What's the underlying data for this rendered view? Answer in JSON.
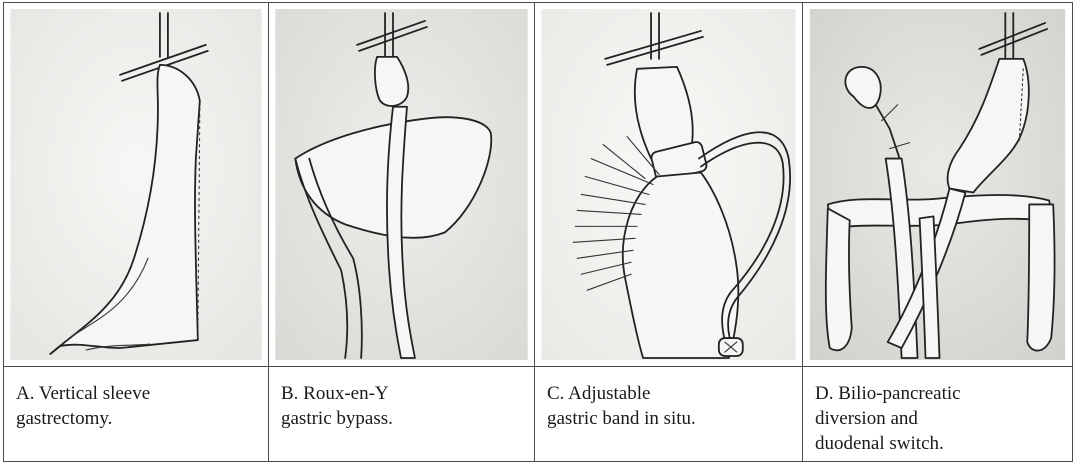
{
  "panels": [
    {
      "id": "A",
      "caption_lines": [
        "A. Vertical sleeve",
        "gastrectomy."
      ]
    },
    {
      "id": "B",
      "caption_lines": [
        "B. Roux-en-Y",
        "gastric bypass."
      ]
    },
    {
      "id": "C",
      "caption_lines": [
        "C. Adjustable",
        "gastric band in situ."
      ]
    },
    {
      "id": "D",
      "caption_lines": [
        "D. Bilio-pancreatic",
        "diversion and",
        "duodenal switch."
      ]
    }
  ],
  "colors": {
    "border": "#4a4a4a",
    "paper_light": "#f1f1ef",
    "paper_mid": "#e2e2df",
    "paper_dark": "#d3d3cf",
    "ink": "#222222"
  }
}
